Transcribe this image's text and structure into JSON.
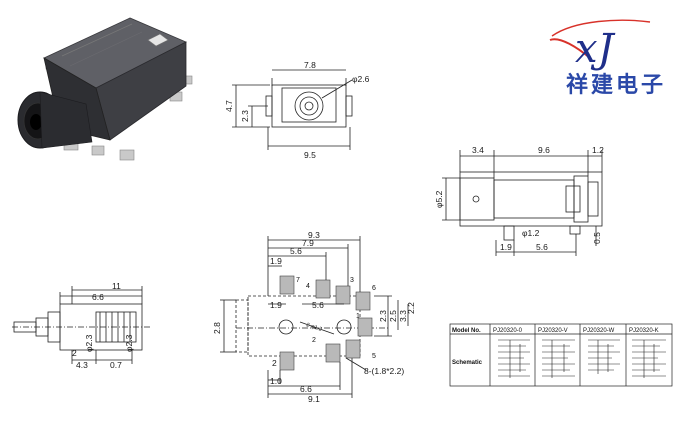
{
  "logo": {
    "mark": "xJ",
    "company": "祥建电子",
    "colors": {
      "blue": "#2a48a8",
      "red": "#d8322a"
    }
  },
  "front_view": {
    "dims": {
      "width": "7.8",
      "hole": "φ2.6",
      "height": "4.7",
      "offset": "2.3",
      "base": "9.5"
    }
  },
  "side_view": {
    "dims": {
      "left": "3.4",
      "body": "9.6",
      "tip": "1.2",
      "dia": "φ5.2",
      "pin": "φ1.2",
      "a": "1.9",
      "b": "5.6",
      "c": "0.5"
    }
  },
  "plug_view": {
    "dims": {
      "total": "11",
      "mid": "6.6",
      "d1": "φ2.3",
      "d2": "φ2.3",
      "w1": "4.3",
      "w2": "0.7",
      "g": "2"
    }
  },
  "footprint": {
    "dims": {
      "w1": "9.3",
      "w2": "7.9",
      "w3": "5.6",
      "a": "1.9",
      "b": "1.9",
      "c": "5.6",
      "h": "2.8",
      "r1": "2.3",
      "r2": "2.5",
      "r3": "3.3",
      "r4": "2.2",
      "e1": "2",
      "e2": "1.0",
      "e3": "6.6",
      "e4": "9.1"
    },
    "pad_note": "8-(1.8*2.2)",
    "hole_note": "2-φ1.2",
    "pins": [
      "1",
      "2",
      "3",
      "4",
      "5",
      "6",
      "7"
    ]
  },
  "model_table": {
    "header_label": "Model No.",
    "row_label": "Schematic",
    "models": [
      "PJ20320-0",
      "PJ20320-V",
      "PJ20320-W",
      "PJ20320-K"
    ]
  }
}
